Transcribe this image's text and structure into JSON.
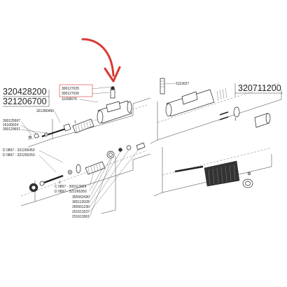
{
  "assembly_codes": {
    "left_upper": "320428200",
    "left_lower": "321206700",
    "right": "320711200"
  },
  "highlighted_parts": [
    "300127025",
    "300127026"
  ],
  "part_labels": {
    "hl_top": "300127025",
    "hl_bottom": "300127026",
    "p11058076": "11058076",
    "p321280450": "321280450",
    "p300125667": "300125667",
    "p16100624": "16100624",
    "p300129651": "300129651",
    "pD0897_a": "D 0897 - 321265450",
    "pD0897_b": "D 0897 - 321265250",
    "pC0897_a": "C 0897 - 300113029",
    "pD0897_c": "D 0897 - 321265350",
    "p355562430": "355562430",
    "p300113028": "300113028",
    "p355561230": "355561230",
    "p201613237": "201613237",
    "p201613061": "201613061",
    "p5119027": "5119027"
  },
  "callouts": [
    "1",
    "1",
    "1",
    "1"
  ],
  "colors": {
    "highlight_box": "#e0504a",
    "arrow": "#d63a34",
    "ink": "#222222"
  }
}
